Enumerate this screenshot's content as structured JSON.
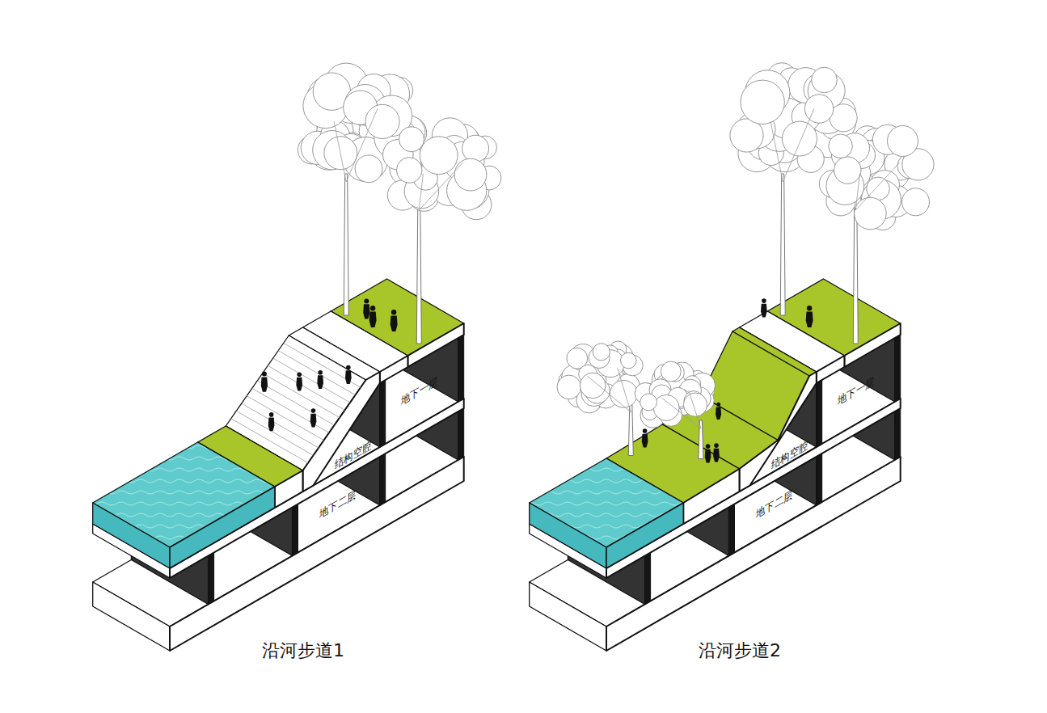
{
  "diagram": {
    "labels": [
      "沿河步道1",
      "地下一层",
      "结构空腔",
      "地下二层",
      "沿河步道2",
      "地下一层",
      "结构空腔",
      "地下二层"
    ]
  }
}
